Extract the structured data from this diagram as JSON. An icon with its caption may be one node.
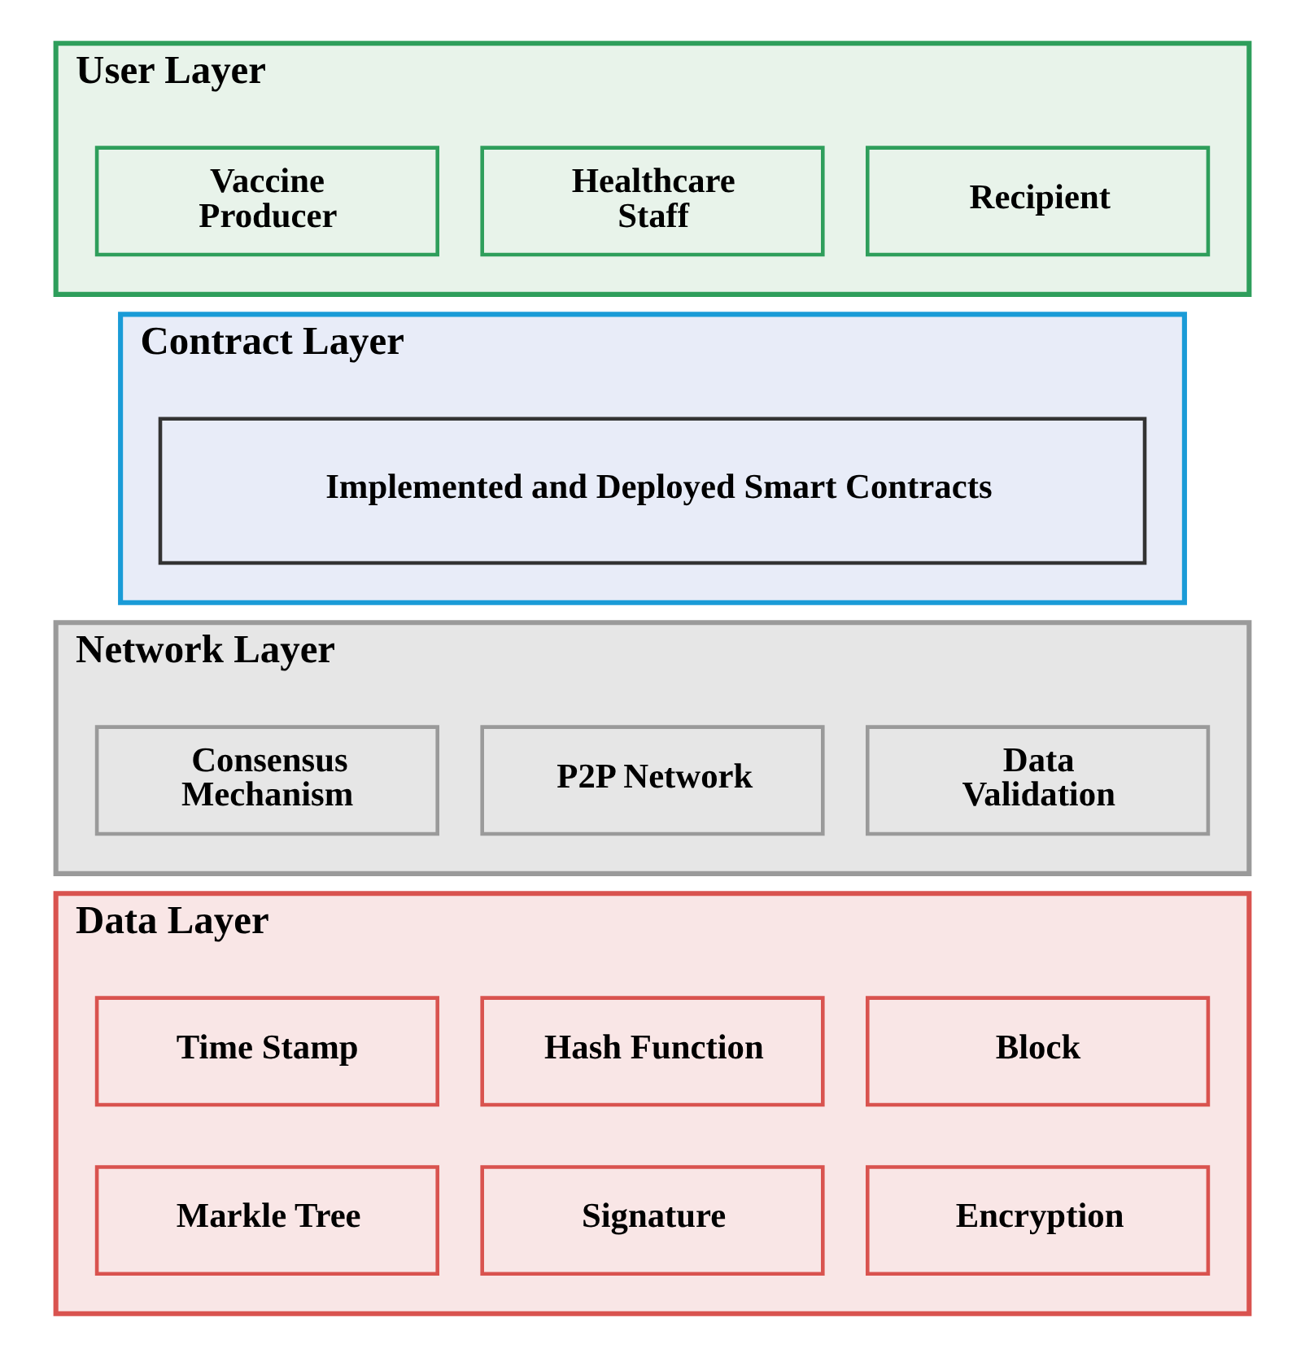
{
  "diagram": {
    "nodes": [
      {
        "text": [
          "User Layer"
        ]
      },
      {
        "text": [
          "Vaccine Producer"
        ],
        "in": 0
      },
      {
        "text": [
          "Healthcare Staff"
        ],
        "in": 0
      },
      {
        "text": [
          "Recipient"
        ],
        "in": 0
      },
      {
        "text": [
          "Contract Layer"
        ]
      },
      {
        "text": [
          "Implemented and Deployed Smart Contracts"
        ],
        "in": 4
      },
      {
        "text": [
          "Network Layer"
        ]
      },
      {
        "text": [
          "Consensus Mechanism"
        ],
        "in": 6
      },
      {
        "text": [
          "P2P Network"
        ],
        "in": 6
      },
      {
        "text": [
          "Data Validation"
        ],
        "in": 6
      },
      {
        "text": [
          "Data Layer"
        ]
      },
      {
        "text": [
          "Time Stamp"
        ],
        "in": 10
      },
      {
        "text": [
          "Hash Function"
        ],
        "in": 10
      },
      {
        "text": [
          "Block"
        ],
        "in": 10
      },
      {
        "text": [
          "Markle Tree"
        ],
        "in": 10
      },
      {
        "text": [
          "Signature"
        ],
        "in": 10
      },
      {
        "text": [
          "Encryption"
        ],
        "in": 10
      }
    ],
    "edges": []
  }
}
